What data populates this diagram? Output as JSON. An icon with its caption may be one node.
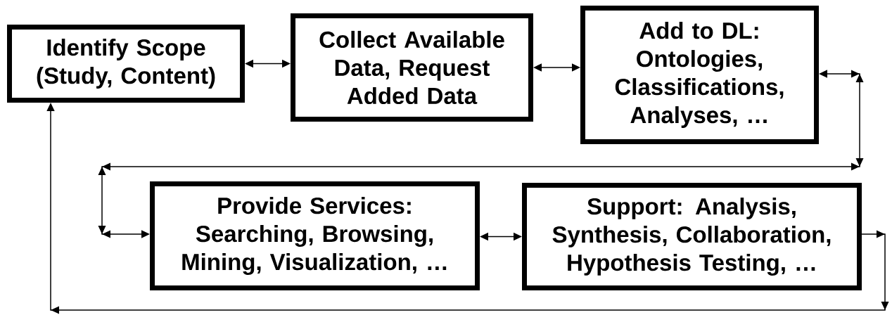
{
  "diagram": {
    "nodes": [
      {
        "text": [
          "Identify Scope (Study, Content)"
        ]
      },
      {
        "text": [
          "Collect Available Data, Request Added Data"
        ]
      },
      {
        "text": [
          "Add to DL: Ontologies, Classifications, Analyses, …"
        ]
      },
      {
        "text": [
          "Provide Services: Searching, Browsing, Mining, Visualization, …"
        ]
      },
      {
        "text": [
          "Support: Analysis, Synthesis, Collaboration, Hypothesis Testing, …"
        ]
      }
    ],
    "edges": [
      {
        "from": 0,
        "to": 1,
        "arrow": "both"
      },
      {
        "from": 1,
        "to": 2,
        "arrow": "both"
      },
      {
        "from": 2,
        "to": 3,
        "arrow": "both"
      },
      {
        "from": 3,
        "to": 4,
        "arrow": "both"
      },
      {
        "from": 4,
        "to": 0,
        "arrow": "to"
      }
    ]
  }
}
